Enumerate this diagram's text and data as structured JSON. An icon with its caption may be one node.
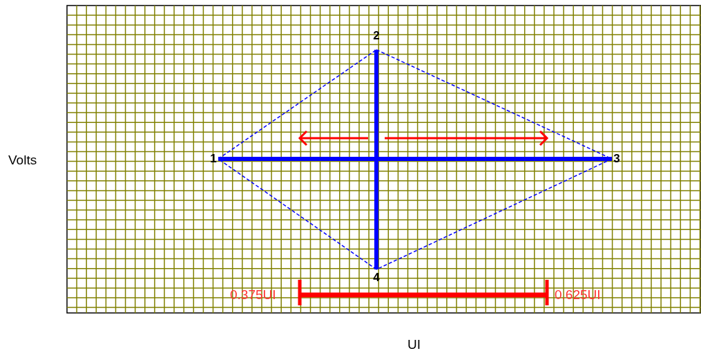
{
  "diagram": {
    "nodes": [
      {
        "text": [
          "1"
        ]
      },
      {
        "text": [
          "2"
        ]
      },
      {
        "text": [
          "3"
        ]
      },
      {
        "text": [
          "4"
        ]
      }
    ],
    "edges": [
      {
        "from": 0,
        "to": 1,
        "arrow": "none",
        "style": "dashed"
      },
      {
        "from": 1,
        "to": 2,
        "arrow": "none",
        "style": "dashed"
      },
      {
        "from": 2,
        "to": 3,
        "arrow": "none",
        "style": "dashed"
      },
      {
        "from": 3,
        "to": 0,
        "arrow": "none",
        "style": "dashed"
      },
      {
        "from": 0,
        "to": 2,
        "arrow": "none",
        "style": "thick"
      },
      {
        "from": 1,
        "to": 3,
        "arrow": "none",
        "style": "thick"
      }
    ],
    "labels": [
      "Volts",
      "0.375UI",
      "0.625UI",
      "UI"
    ]
  }
}
